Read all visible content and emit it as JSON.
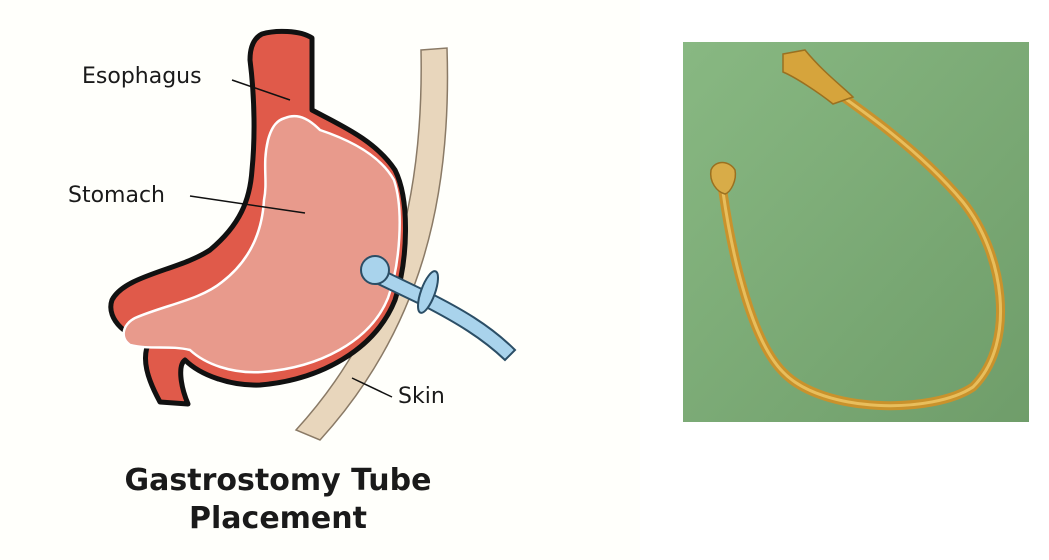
{
  "diagram": {
    "labels": {
      "esophagus": "Esophagus",
      "stomach": "Stomach",
      "skin": "Skin"
    },
    "title_line1": "Gastrostomy Tube",
    "title_line2": "Placement",
    "colors": {
      "esophagus_red": "#e05a4a",
      "stomach_pink": "#e89a8c",
      "skin_tan": "#e8d6bc",
      "tube_blue": "#a9d3ec",
      "outline": "#111111"
    }
  },
  "photo": {
    "subject": "g-tube-catheter",
    "colors": {
      "background_green": "#7fae7a",
      "tube_amber": "#d6a43c"
    }
  }
}
